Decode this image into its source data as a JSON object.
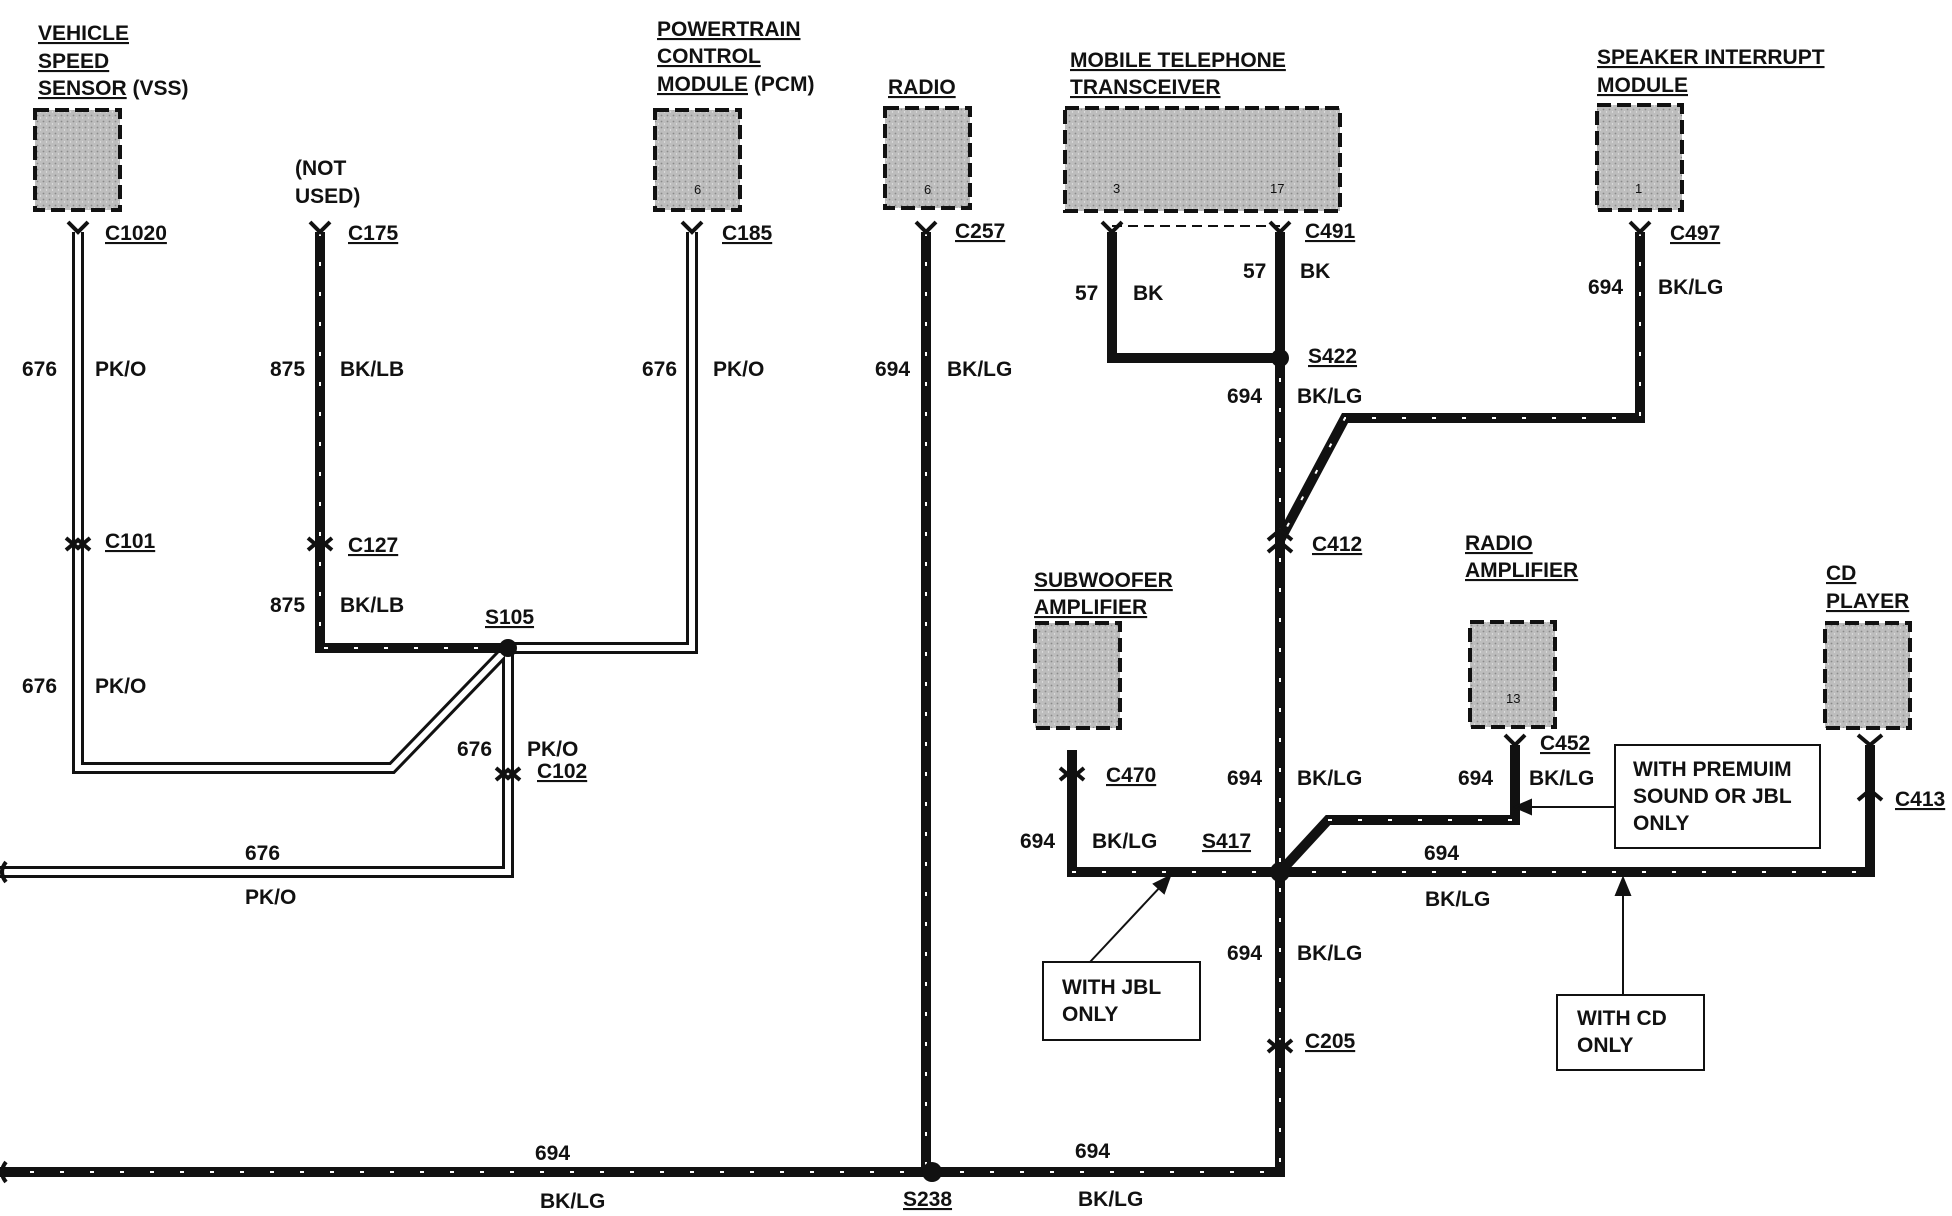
{
  "components": {
    "vss": {
      "line1": "VEHICLE",
      "line2": "SPEED",
      "line3a": "SENSOR",
      "line3b": " (VSS)"
    },
    "not_used": {
      "line1": "(NOT",
      "line2": "USED)"
    },
    "pcm": {
      "line1": "POWERTRAIN",
      "line2": "CONTROL",
      "line3a": "MODULE",
      "line3b": " (PCM)",
      "pin": "6"
    },
    "radio": {
      "label": "RADIO",
      "pin": "6"
    },
    "phone": {
      "line1": "MOBILE TELEPHONE",
      "line2": "TRANSCEIVER",
      "pin_a": "3",
      "pin_b": "17"
    },
    "speaker_int": {
      "line1": "SPEAKER INTERRUPT",
      "line2": "MODULE",
      "pin": "1"
    },
    "subwoofer": {
      "line1": "SUBWOOFER",
      "line2": "AMPLIFIER"
    },
    "radio_amp": {
      "line1": "RADIO",
      "line2": "AMPLIFIER",
      "pin": "13"
    },
    "cd": {
      "line1": "CD",
      "line2": "PLAYER"
    }
  },
  "connectors": {
    "c1020": "C1020",
    "c175": "C175",
    "c185": "C185",
    "c257": "C257",
    "c491": "C491",
    "c497": "C497",
    "c101": "C101",
    "c127": "C127",
    "c102": "C102",
    "c412": "C412",
    "c470": "C470",
    "c452": "C452",
    "c413": "C413",
    "c205": "C205"
  },
  "splices": {
    "s105": "S105",
    "s422": "S422",
    "s417": "S417",
    "s238": "S238"
  },
  "wires": {
    "w676": "676",
    "w875": "875",
    "w694": "694",
    "w57": "57",
    "pko": "PK/O",
    "bklb": "BK/LB",
    "bklg": "BK/LG",
    "bk": "BK"
  },
  "notes": {
    "premium_1": "WITH PREMUIM",
    "premium_2": "SOUND OR JBL",
    "premium_3": "ONLY",
    "jbl_1": "WITH JBL",
    "jbl_2": "ONLY",
    "cd_1": "WITH CD",
    "cd_2": "ONLY"
  },
  "colors": {
    "wire_black": "#111111",
    "wire_white": "#ffffff",
    "component_fill": "#b8b8b8"
  }
}
